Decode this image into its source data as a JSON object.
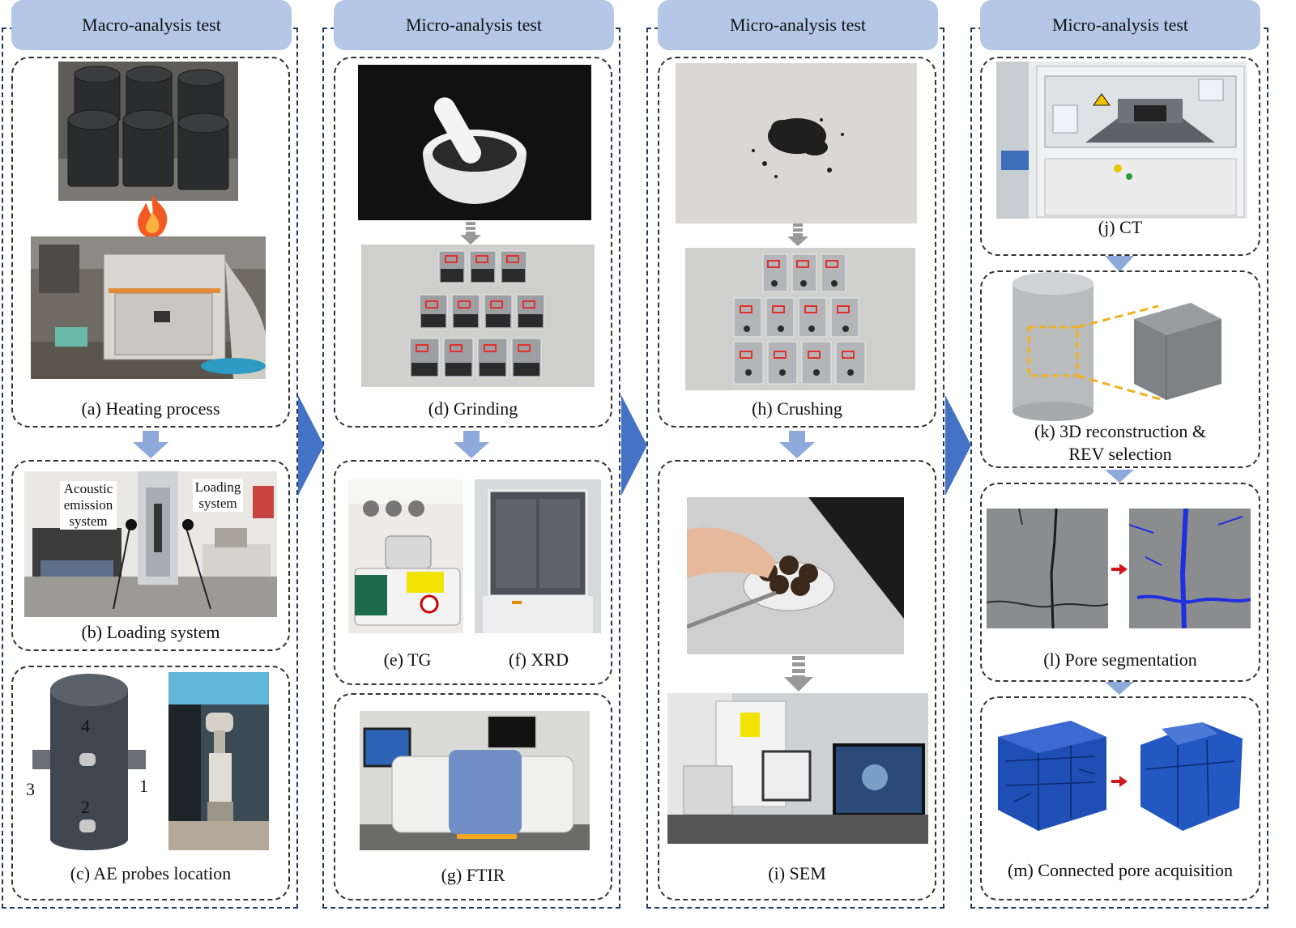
{
  "columns": [
    {
      "header": "Macro-analysis test"
    },
    {
      "header": "Micro-analysis test"
    },
    {
      "header": "Micro-analysis test"
    },
    {
      "header": "Micro-analysis test"
    }
  ],
  "captions": {
    "a": "(a) Heating process",
    "b": "(b) Loading system",
    "c": "(c) AE probes location",
    "d": "(d) Grinding",
    "e": "(e) TG",
    "f": "(f) XRD",
    "g": "(g) FTIR",
    "h": "(h) Crushing",
    "i": "(i) SEM",
    "j": "(j) CT",
    "k_line1": "(k) 3D reconstruction &",
    "k_line2": "REV selection",
    "l": "(l) Pore segmentation",
    "m": "(m) Connected pore acquisition"
  },
  "photo_labels": {
    "acoustic_line1": "Acoustic",
    "acoustic_line2": "emission",
    "acoustic_line3": "system",
    "loading_line1": "Loading",
    "loading_line2": "system"
  },
  "probe_numbers": [
    "1",
    "2",
    "3",
    "4"
  ],
  "colors": {
    "header_bg": "#b4c7e7",
    "flow_arrow": "#4472c4",
    "light_arrow": "#8eaadb",
    "pore_blue": "#1f4fb5"
  }
}
